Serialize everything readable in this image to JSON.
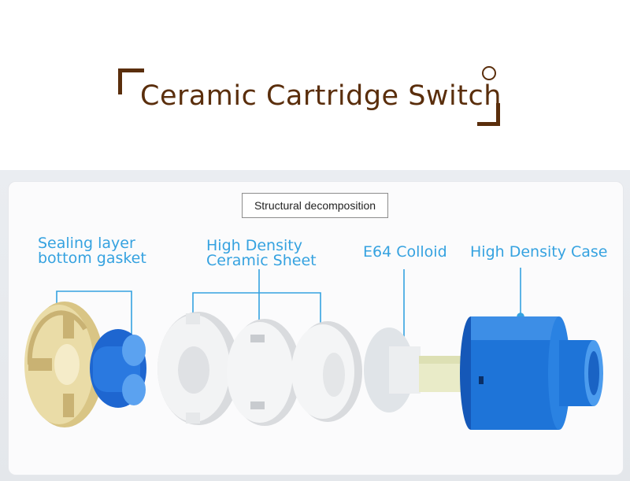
{
  "title": "Ceramic Cartridge Switch",
  "structure_box": "Structural decomposition",
  "labels": {
    "sealing_line1": "Sealing layer",
    "sealing_line2": "bottom gasket",
    "ceramic_line1": "High Density",
    "ceramic_line2": "Ceramic Sheet",
    "colloid": "E64 Colloid",
    "case": "High Density Case"
  },
  "colors": {
    "title_brown": "#5a2e0c",
    "label_blue": "#35a2e0",
    "case_blue": "#1e74d8",
    "gasket_beige": "#e8d9a3",
    "ceramic_white": "#f4f5f6"
  }
}
